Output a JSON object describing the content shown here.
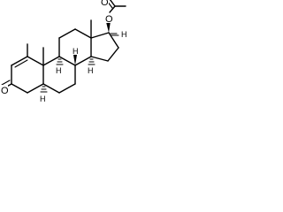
{
  "molecule": {
    "atoms": {
      "oxygen_ketone": "O",
      "oxygen_ester": "O",
      "oxygen_carbonyl": "O"
    },
    "stereo_hydrogens": {
      "h5": "H",
      "h8": "H",
      "h9": "H",
      "h14": "H",
      "h17": "H"
    }
  }
}
